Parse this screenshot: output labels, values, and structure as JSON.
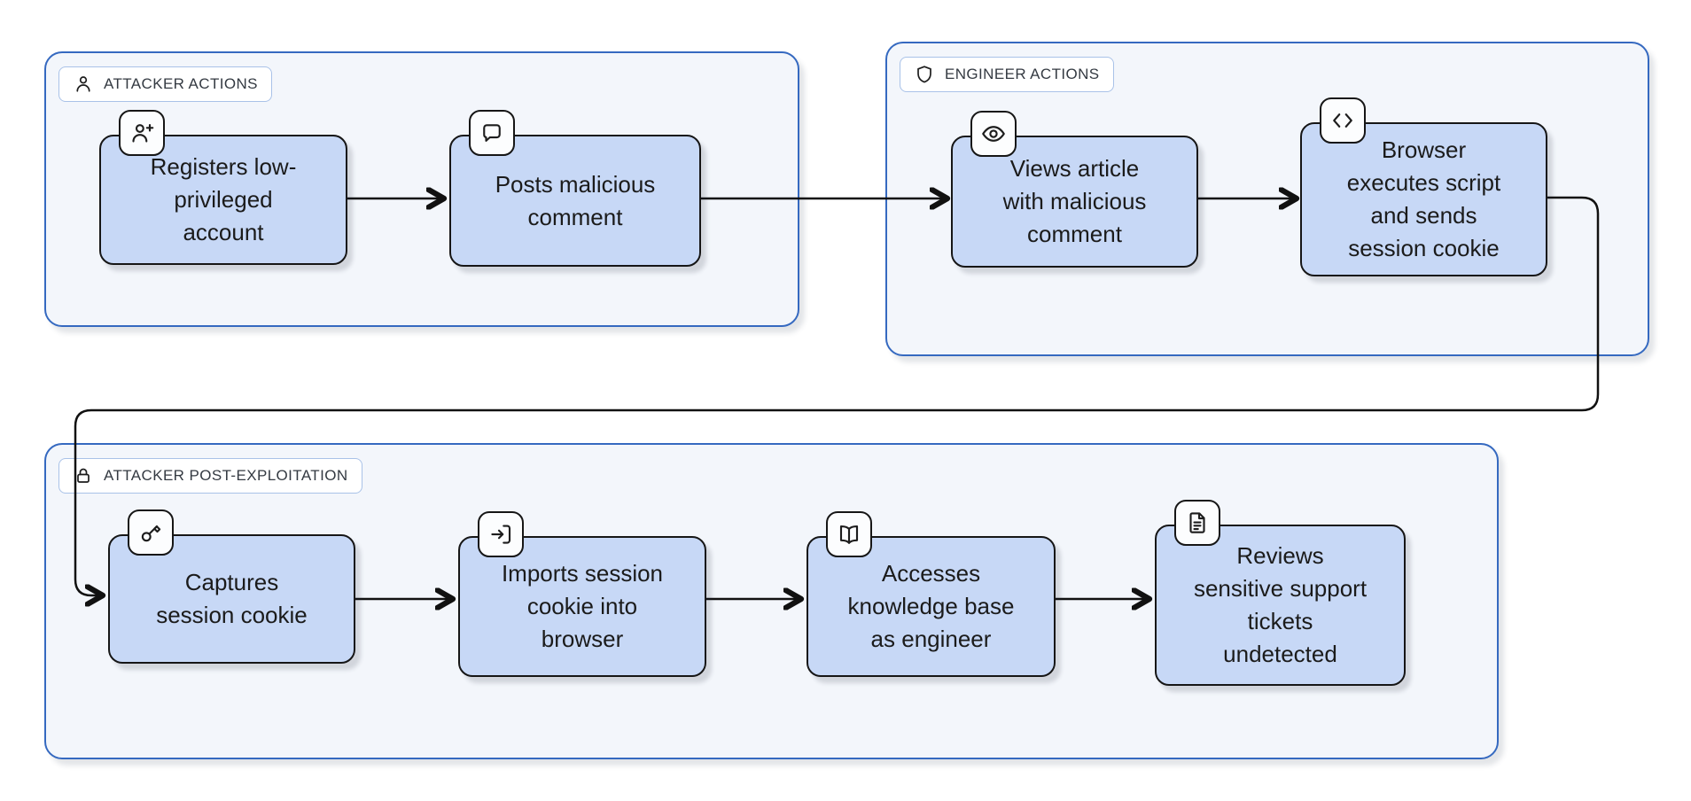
{
  "diagram": {
    "groups": [
      {
        "label": "ATTACKER ACTIONS",
        "icon": "person-icon"
      },
      {
        "label": "ENGINEER ACTIONS",
        "icon": "shield-icon"
      },
      {
        "label": "ATTACKER POST-EXPLOITATION",
        "icon": "lock-icon"
      }
    ],
    "nodes": [
      {
        "icon": "user-plus-icon",
        "group": "ATTACKER ACTIONS",
        "lines": [
          "Registers low-",
          "privileged",
          "account"
        ]
      },
      {
        "icon": "comment-icon",
        "group": "ATTACKER ACTIONS",
        "lines": [
          "Posts malicious",
          "comment"
        ]
      },
      {
        "icon": "eye-icon",
        "group": "ENGINEER ACTIONS",
        "lines": [
          "Views article",
          "with malicious",
          "comment"
        ]
      },
      {
        "icon": "code-icon",
        "group": "ENGINEER ACTIONS",
        "lines": [
          "Browser",
          "executes script",
          "and sends",
          "session cookie"
        ]
      },
      {
        "icon": "key-icon",
        "group": "ATTACKER POST-EXPLOITATION",
        "lines": [
          "Captures",
          "session cookie"
        ]
      },
      {
        "icon": "login-icon",
        "group": "ATTACKER POST-EXPLOITATION",
        "lines": [
          "Imports session",
          "cookie into",
          "browser"
        ]
      },
      {
        "icon": "book-icon",
        "group": "ATTACKER POST-EXPLOITATION",
        "lines": [
          "Accesses",
          "knowledge base",
          "as engineer"
        ]
      },
      {
        "icon": "file-text-icon",
        "group": "ATTACKER POST-EXPLOITATION",
        "lines": [
          "Reviews",
          "sensitive support",
          "tickets",
          "undetected"
        ]
      }
    ],
    "edges": [
      {
        "from": "Registers low-privileged account",
        "to": "Posts malicious comment"
      },
      {
        "from": "Posts malicious comment",
        "to": "Views article with malicious comment"
      },
      {
        "from": "Views article with malicious comment",
        "to": "Browser executes script and sends session cookie"
      },
      {
        "from": "Browser executes script and sends session cookie",
        "to": "Captures session cookie"
      },
      {
        "from": "Captures session cookie",
        "to": "Imports session cookie into browser"
      },
      {
        "from": "Imports session cookie into browser",
        "to": "Accesses knowledge base as engineer"
      },
      {
        "from": "Accesses knowledge base as engineer",
        "to": "Reviews sensitive support tickets undetected"
      }
    ],
    "colors": {
      "node_fill": "#c7d8f6",
      "node_border": "#161616",
      "group_fill": "#f3f6fb",
      "group_border": "#3569c0",
      "badge_border": "#a9c2e8",
      "edge": "#111111",
      "text": "#1b1b1b"
    }
  }
}
